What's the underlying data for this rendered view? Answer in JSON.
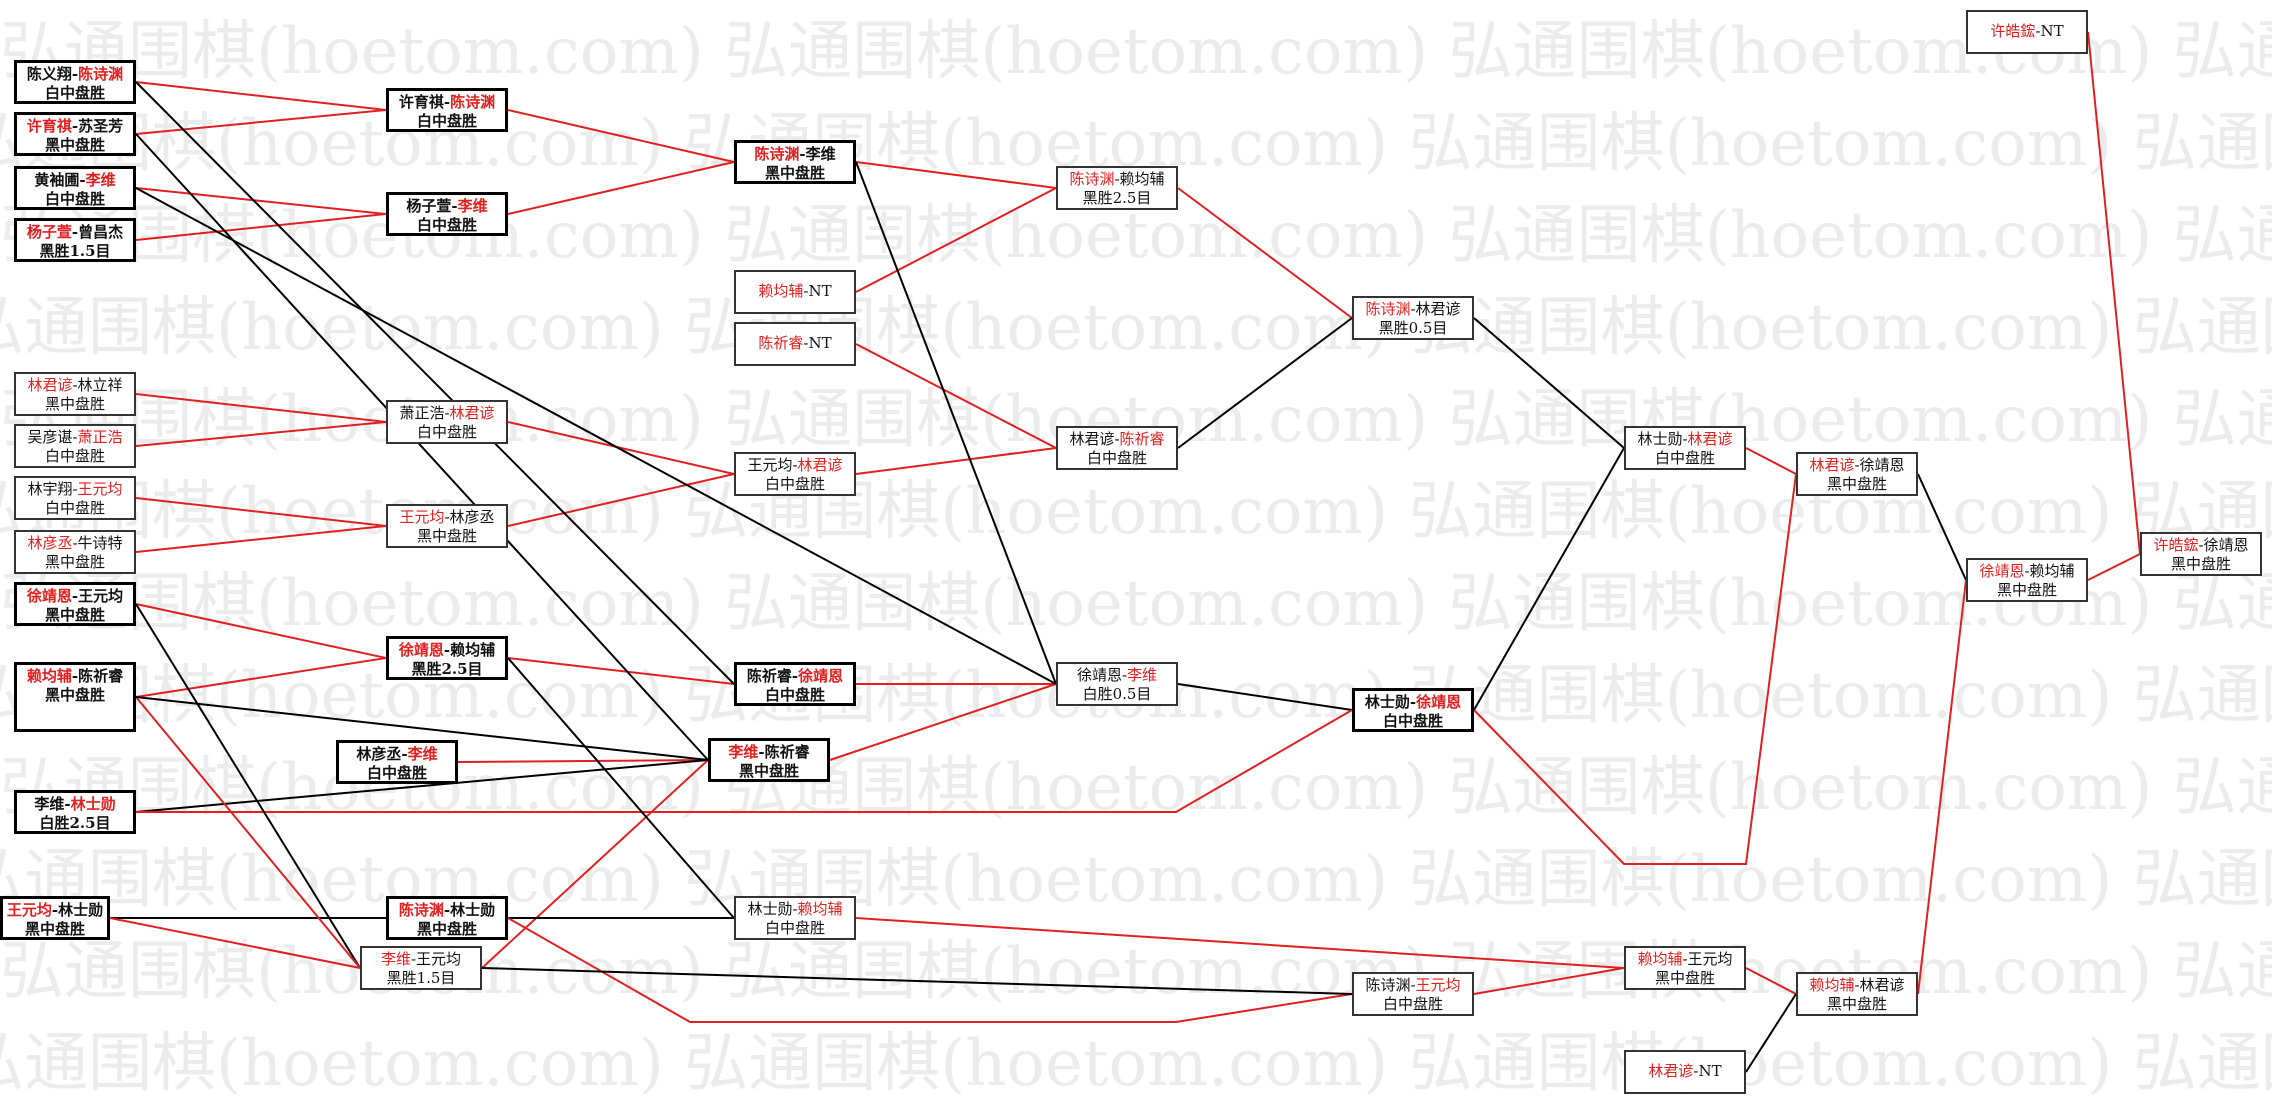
{
  "watermark": "弘通围棋(hoetom.com)",
  "colors": {
    "winner": "#e02020",
    "line_red": "#e02020",
    "line_black": "#000000",
    "border": "#333333"
  },
  "nodes": [
    {
      "id": "c0_0",
      "p1": "陈义翔",
      "p2": "陈诗渊",
      "win": 2,
      "result": "白中盘胜",
      "bold": true
    },
    {
      "id": "c0_1",
      "p1": "许育祺",
      "p2": "苏圣芳",
      "win": 1,
      "result": "黑中盘胜",
      "bold": true
    },
    {
      "id": "c0_2",
      "p1": "黄袖圃",
      "p2": "李维",
      "win": 2,
      "result": "白中盘胜",
      "bold": true
    },
    {
      "id": "c0_3",
      "p1": "杨子萱",
      "p2": "曾昌杰",
      "win": 1,
      "result": "黑胜1.5目",
      "bold": true
    },
    {
      "id": "c0_4",
      "p1": "林君谚",
      "p2": "林立祥",
      "win": 1,
      "result": "黑中盘胜",
      "bold": false
    },
    {
      "id": "c0_5",
      "p1": "吴彦谌",
      "p2": "萧正浩",
      "win": 2,
      "result": "白中盘胜",
      "bold": false
    },
    {
      "id": "c0_6",
      "p1": "林宇翔",
      "p2": "王元均",
      "win": 2,
      "result": "白中盘胜",
      "bold": false
    },
    {
      "id": "c0_7",
      "p1": "林彦丞",
      "p2": "牛诗特",
      "win": 1,
      "result": "黑中盘胜",
      "bold": false
    },
    {
      "id": "c0_8",
      "p1": "徐靖恩",
      "p2": "王元均",
      "win": 1,
      "result": "黑中盘胜",
      "bold": true
    },
    {
      "id": "c0_9",
      "p1": "赖均辅",
      "p2": "陈祈睿",
      "win": 1,
      "result": "黑中盘胜",
      "bold": true
    },
    {
      "id": "c0_10",
      "p1": "李维",
      "p2": "林士勋",
      "win": 2,
      "result": "白胜2.5目",
      "bold": true
    },
    {
      "id": "c0_11",
      "p1": "王元均",
      "p2": "林士勋",
      "win": 1,
      "result": "黑中盘胜",
      "bold": true
    },
    {
      "id": "c1_0",
      "p1": "许育祺",
      "p2": "陈诗渊",
      "win": 2,
      "result": "白中盘胜",
      "bold": true
    },
    {
      "id": "c1_1",
      "p1": "杨子萱",
      "p2": "李维",
      "win": 2,
      "result": "白中盘胜",
      "bold": true
    },
    {
      "id": "c1_2",
      "p1": "萧正浩",
      "p2": "林君谚",
      "win": 2,
      "result": "白中盘胜",
      "bold": false
    },
    {
      "id": "c1_3",
      "p1": "王元均",
      "p2": "林彦丞",
      "win": 1,
      "result": "黑中盘胜",
      "bold": false
    },
    {
      "id": "c1_4",
      "p1": "徐靖恩",
      "p2": "赖均辅",
      "win": 1,
      "result": "黑胜2.5目",
      "bold": true
    },
    {
      "id": "c1_5",
      "p1": "林彦丞",
      "p2": "李维",
      "win": 2,
      "result": "白中盘胜",
      "bold": true
    },
    {
      "id": "c1_6",
      "p1": "陈诗渊",
      "p2": "林士勋",
      "win": 1,
      "result": "黑中盘胜",
      "bold": true
    },
    {
      "id": "c1_7",
      "p1": "李维",
      "p2": "王元均",
      "win": 1,
      "result": "黑胜1.5目",
      "bold": false
    },
    {
      "id": "c2_0",
      "p1": "陈诗渊",
      "p2": "李维",
      "win": 1,
      "result": "黑中盘胜",
      "bold": true
    },
    {
      "id": "c2_1",
      "p1": "赖均辅",
      "p2": "NT",
      "win": 1,
      "result": "",
      "bold": false
    },
    {
      "id": "c2_2",
      "p1": "陈祈睿",
      "p2": "NT",
      "win": 1,
      "result": "",
      "bold": false
    },
    {
      "id": "c2_3",
      "p1": "王元均",
      "p2": "林君谚",
      "win": 2,
      "result": "白中盘胜",
      "bold": false
    },
    {
      "id": "c2_4",
      "p1": "陈祈睿",
      "p2": "徐靖恩",
      "win": 2,
      "result": "白中盘胜",
      "bold": true
    },
    {
      "id": "c2_5",
      "p1": "李维",
      "p2": "陈祈睿",
      "win": 1,
      "result": "黑中盘胜",
      "bold": true
    },
    {
      "id": "c2_6",
      "p1": "林士勋",
      "p2": "赖均辅",
      "win": 2,
      "result": "白中盘胜",
      "bold": false
    },
    {
      "id": "c3_0",
      "p1": "陈诗渊",
      "p2": "赖均辅",
      "win": 1,
      "result": "黑胜2.5目",
      "bold": false
    },
    {
      "id": "c3_1",
      "p1": "林君谚",
      "p2": "陈祈睿",
      "win": 2,
      "result": "白中盘胜",
      "bold": false
    },
    {
      "id": "c3_2",
      "p1": "徐靖恩",
      "p2": "李维",
      "win": 2,
      "result": "白胜0.5目",
      "bold": false
    },
    {
      "id": "c4_0",
      "p1": "陈诗渊",
      "p2": "林君谚",
      "win": 1,
      "result": "黑胜0.5目",
      "bold": false
    },
    {
      "id": "c4_1",
      "p1": "林士勋",
      "p2": "徐靖恩",
      "win": 2,
      "result": "白中盘胜",
      "bold": true
    },
    {
      "id": "c4_2",
      "p1": "陈诗渊",
      "p2": "王元均",
      "win": 2,
      "result": "白中盘胜",
      "bold": false
    },
    {
      "id": "c5_0",
      "p1": "林士勋",
      "p2": "林君谚",
      "win": 2,
      "result": "白中盘胜",
      "bold": false
    },
    {
      "id": "c5_1",
      "p1": "赖均辅",
      "p2": "王元均",
      "win": 1,
      "result": "黑中盘胜",
      "bold": false
    },
    {
      "id": "c5_2",
      "p1": "林君谚",
      "p2": "NT",
      "win": 1,
      "result": "",
      "bold": false
    },
    {
      "id": "c6_0",
      "p1": "林君谚",
      "p2": "徐靖恩",
      "win": 1,
      "result": "黑中盘胜",
      "bold": false
    },
    {
      "id": "c6_1",
      "p1": "赖均辅",
      "p2": "林君谚",
      "win": 1,
      "result": "黑中盘胜",
      "bold": false
    },
    {
      "id": "c7_0",
      "p1": "徐靖恩",
      "p2": "赖均辅",
      "win": 1,
      "result": "黑中盘胜",
      "bold": false
    },
    {
      "id": "c7_1",
      "p1": "许皓鋐",
      "p2": "NT",
      "win": 1,
      "result": "",
      "bold": false
    },
    {
      "id": "c8_0",
      "p1": "许皓鋐",
      "p2": "徐靖恩",
      "win": 1,
      "result": "黑中盘胜",
      "bold": false
    }
  ],
  "edges": [
    {
      "from": "c0_0",
      "to": "c1_0",
      "color": "red"
    },
    {
      "from": "c0_1",
      "to": "c1_0",
      "color": "red"
    },
    {
      "from": "c0_2",
      "to": "c1_1",
      "color": "red"
    },
    {
      "from": "c0_3",
      "to": "c1_1",
      "color": "red"
    },
    {
      "from": "c0_4",
      "to": "c1_2",
      "color": "red"
    },
    {
      "from": "c0_5",
      "to": "c1_2",
      "color": "red"
    },
    {
      "from": "c0_6",
      "to": "c1_3",
      "color": "red"
    },
    {
      "from": "c0_7",
      "to": "c1_3",
      "color": "red"
    },
    {
      "from": "c0_8",
      "to": "c1_4",
      "color": "red"
    },
    {
      "from": "c0_9",
      "to": "c1_4",
      "color": "red"
    },
    {
      "from": "c1_0",
      "to": "c2_0",
      "color": "red"
    },
    {
      "from": "c1_1",
      "to": "c2_0",
      "color": "red"
    },
    {
      "from": "c1_2",
      "to": "c2_3",
      "color": "red"
    },
    {
      "from": "c1_3",
      "to": "c2_3",
      "color": "red"
    },
    {
      "from": "c1_4",
      "to": "c2_4",
      "color": "red"
    },
    {
      "from": "c1_5",
      "to": "c2_5",
      "color": "red"
    },
    {
      "from": "c0_10",
      "to": "c2_5",
      "color": "black"
    },
    {
      "from": "c0_11",
      "to": "c1_6",
      "color": "black"
    },
    {
      "from": "c0_11",
      "to": "c1_7",
      "color": "red"
    },
    {
      "from": "c1_7",
      "to": "c2_5",
      "color": "red"
    },
    {
      "from": "c1_6",
      "to": "c2_6",
      "color": "black"
    },
    {
      "from": "c2_0",
      "to": "c3_0",
      "color": "red"
    },
    {
      "from": "c2_1",
      "to": "c3_0",
      "color": "red"
    },
    {
      "from": "c2_2",
      "to": "c3_1",
      "color": "red"
    },
    {
      "from": "c2_3",
      "to": "c3_1",
      "color": "red"
    },
    {
      "from": "c2_4",
      "to": "c3_2",
      "color": "red"
    },
    {
      "from": "c2_5",
      "to": "c3_2",
      "color": "red"
    },
    {
      "from": "c2_0",
      "to": "c3_2",
      "color": "black"
    },
    {
      "from": "c3_0",
      "to": "c4_0",
      "color": "red"
    },
    {
      "from": "c3_1",
      "to": "c4_0",
      "color": "black"
    },
    {
      "from": "c3_2",
      "to": "c4_1",
      "color": "black"
    },
    {
      "from": "c0_10",
      "to": "c4_1",
      "color": "red",
      "via": "lower"
    },
    {
      "from": "c1_6",
      "to": "c4_2",
      "color": "red",
      "via": "low"
    },
    {
      "from": "c1_7",
      "to": "c4_2",
      "color": "black"
    },
    {
      "from": "c4_0",
      "to": "c5_0",
      "color": "black"
    },
    {
      "from": "c4_1",
      "to": "c5_0",
      "color": "black"
    },
    {
      "from": "c4_1",
      "to": "c6_0",
      "color": "red",
      "via": "valley"
    },
    {
      "from": "c5_0",
      "to": "c6_0",
      "color": "red"
    },
    {
      "from": "c2_6",
      "to": "c5_1",
      "color": "red"
    },
    {
      "from": "c4_2",
      "to": "c5_1",
      "color": "red"
    },
    {
      "from": "c5_1",
      "to": "c6_1",
      "color": "red"
    },
    {
      "from": "c5_2",
      "to": "c6_1",
      "color": "black"
    },
    {
      "from": "c6_0",
      "to": "c7_0",
      "color": "black"
    },
    {
      "from": "c6_1",
      "to": "c7_0",
      "color": "red"
    },
    {
      "from": "c7_0",
      "to": "c8_0",
      "color": "red"
    },
    {
      "from": "c7_1",
      "to": "c8_0",
      "color": "red"
    },
    {
      "from": "c0_0",
      "to": "c2_4",
      "color": "black"
    },
    {
      "from": "c0_1",
      "to": "c2_5",
      "color": "black"
    },
    {
      "from": "c0_2",
      "to": "c3_2",
      "color": "black"
    },
    {
      "from": "c0_8",
      "to": "c1_7",
      "color": "black"
    },
    {
      "from": "c0_9",
      "to": "c1_7",
      "color": "red"
    },
    {
      "from": "c0_9",
      "to": "c2_5",
      "color": "black"
    },
    {
      "from": "c1_4",
      "to": "c2_6",
      "color": "black"
    }
  ]
}
